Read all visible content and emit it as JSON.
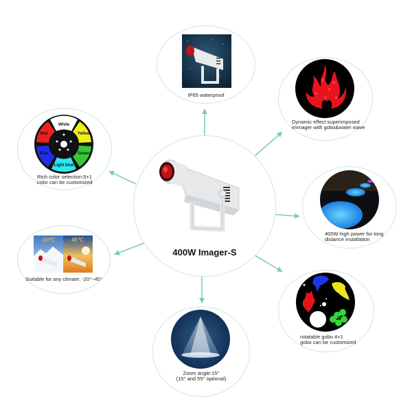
{
  "product": {
    "title": "400W Imager-S"
  },
  "features": [
    {
      "id": "waterproof",
      "caption": "IP65 waterproof"
    },
    {
      "id": "dynamic",
      "caption_line1": "Dynamic effect superimposed",
      "caption_line2": "immager with gobo&water wave"
    },
    {
      "id": "color",
      "caption_line1": "Rich color selection:5+1",
      "caption_line2": "color can be customized",
      "wheel_labels": [
        "White",
        "Yellow",
        "Green",
        "Light blue",
        "Blue",
        "Red"
      ]
    },
    {
      "id": "power",
      "caption_line1": "400W high power for long",
      "caption_line2": "distance installation"
    },
    {
      "id": "climate",
      "caption": "Suitable for any climate: -20°~45°",
      "cold_label": "-20℃",
      "hot_label": "45℃"
    },
    {
      "id": "gobo",
      "caption_line1": "rotatable gobo 4+1",
      "caption_line2": "gobo can be customized"
    },
    {
      "id": "zoom",
      "caption_line1": "Zoom angle:15°",
      "caption_line2": "(15° and 55° optional)"
    }
  ],
  "colors": {
    "arrow": "#7fcfa6",
    "bubble_border": "#cfe6ea",
    "wheel": {
      "white": "#ffffff",
      "yellow": "#f2ee1a",
      "green": "#35c93a",
      "light_blue": "#2ee6f0",
      "blue": "#1f2de6",
      "red": "#ee1f1f"
    }
  }
}
